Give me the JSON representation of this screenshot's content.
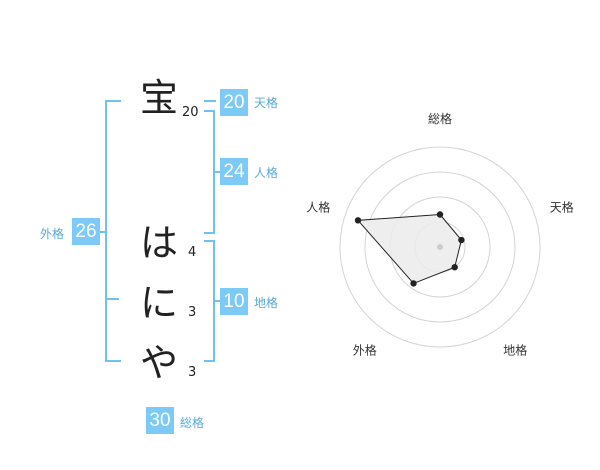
{
  "name": {
    "surname": [
      {
        "char": "宝",
        "strokes": "20"
      }
    ],
    "given": [
      {
        "char": "は",
        "strokes": "4"
      },
      {
        "char": "に",
        "strokes": "3"
      },
      {
        "char": "や",
        "strokes": "3"
      }
    ]
  },
  "kaku": {
    "tenkaku": {
      "value": "20",
      "label": "天格"
    },
    "jinkaku": {
      "value": "24",
      "label": "人格"
    },
    "chikaku": {
      "value": "10",
      "label": "地格"
    },
    "gaikaku": {
      "value": "26",
      "label": "外格"
    },
    "soukaku": {
      "value": "30",
      "label": "総格"
    }
  },
  "colors": {
    "accent": "#7ccaf5",
    "bracket": "#6ec1f0",
    "label": "#5aa9d8"
  },
  "chart_data": {
    "type": "radar",
    "axes": [
      "総格",
      "天格",
      "地格",
      "外格",
      "人格"
    ],
    "rings": 4,
    "values": [
      1.3,
      0.9,
      1.0,
      1.8,
      3.45
    ],
    "max": 4
  }
}
